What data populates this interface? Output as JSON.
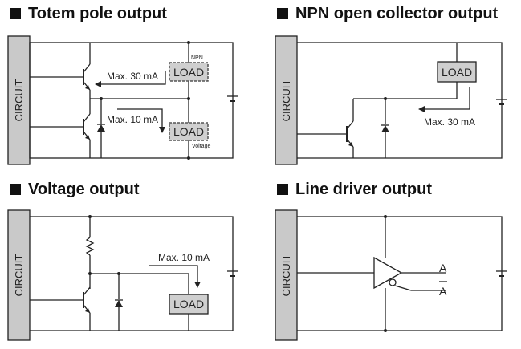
{
  "sections": {
    "totem": {
      "title": "Totem pole output",
      "circuit_label": "CIRCUIT",
      "load_top": "LOAD",
      "load_bottom": "LOAD",
      "npn_label": "NPN",
      "voltage_label": "Voltage",
      "current_top": "Max. 30 mA",
      "current_bottom": "Max. 10 mA"
    },
    "npn": {
      "title": "NPN open collector output",
      "circuit_label": "CIRCUIT",
      "load": "LOAD",
      "current": "Max. 30 mA"
    },
    "voltage": {
      "title": "Voltage output",
      "circuit_label": "CIRCUIT",
      "load": "LOAD",
      "current": "Max. 10 mA"
    },
    "line_driver": {
      "title": "Line driver output",
      "circuit_label": "CIRCUIT",
      "out_a": "A",
      "out_a_bar": "A"
    }
  }
}
